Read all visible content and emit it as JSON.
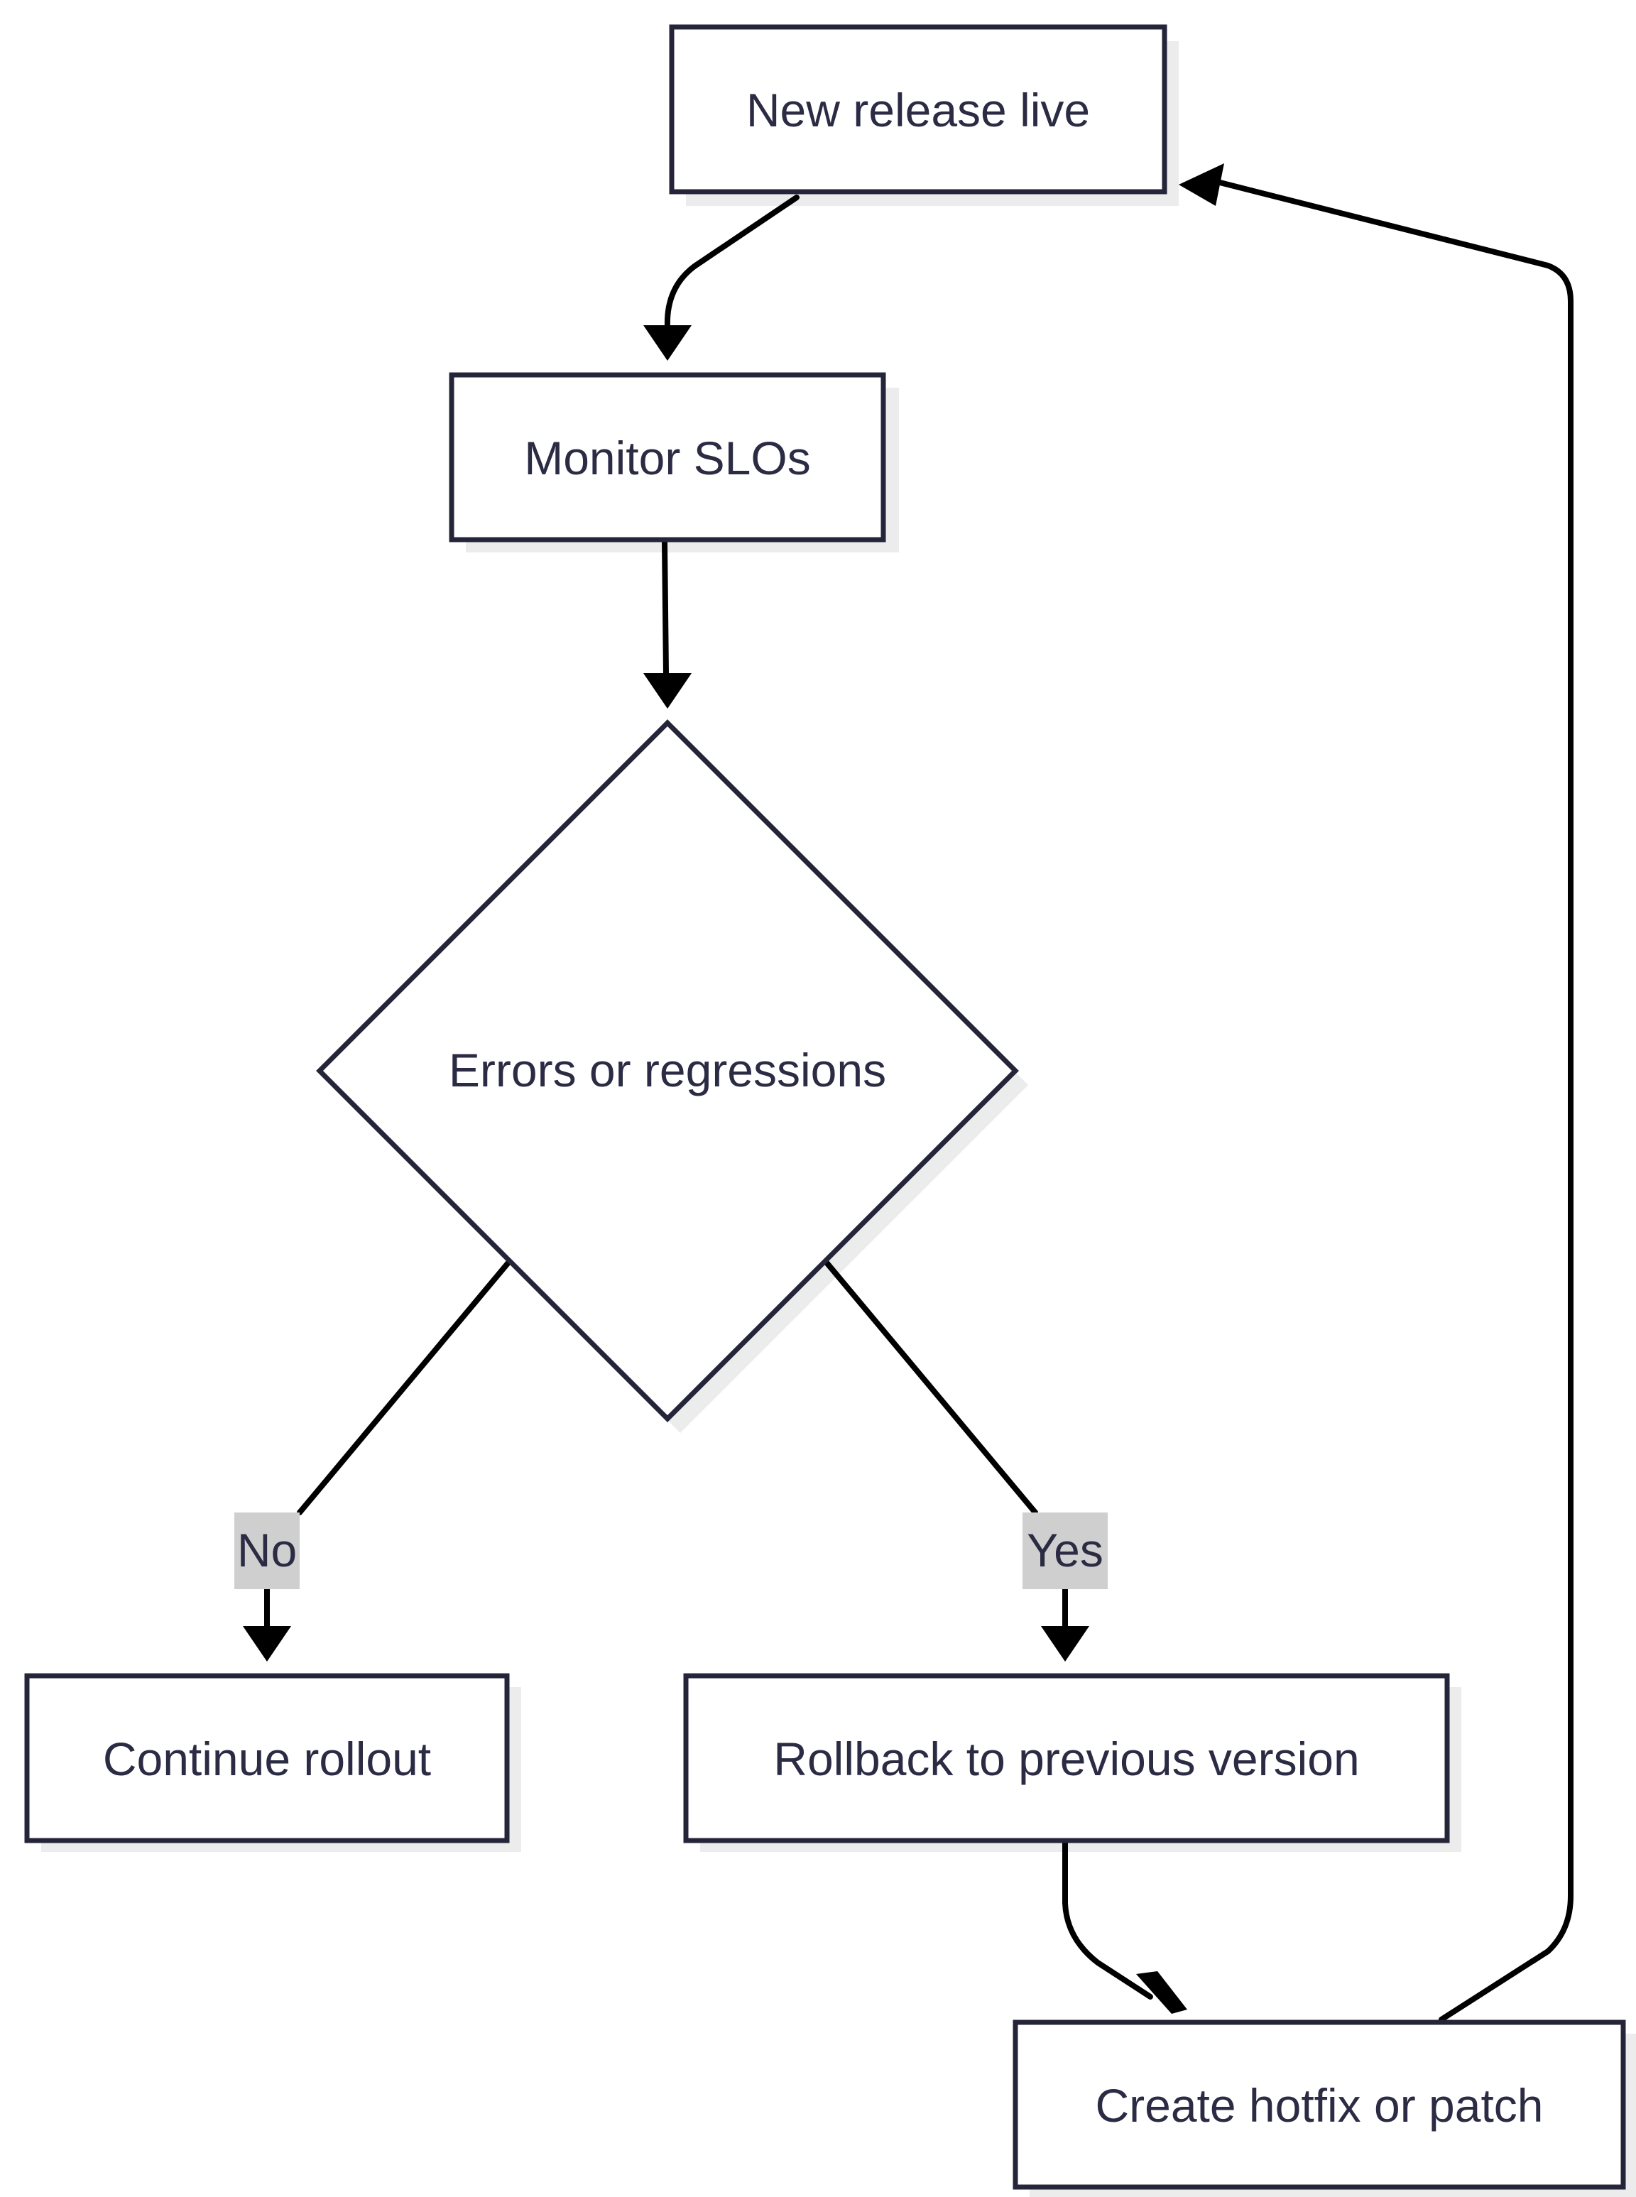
{
  "diagram": {
    "nodes": {
      "new_release": {
        "label": "New release live",
        "shape": "rect"
      },
      "monitor": {
        "label": "Monitor SLOs",
        "shape": "rect"
      },
      "decision": {
        "label": "Errors or regressions",
        "shape": "diamond"
      },
      "continue": {
        "label": "Continue rollout",
        "shape": "rect"
      },
      "rollback": {
        "label": "Rollback to previous version",
        "shape": "rect"
      },
      "hotfix": {
        "label": "Create hotfix or patch",
        "shape": "rect"
      }
    },
    "edges": [
      {
        "from": "new_release",
        "to": "monitor",
        "label": ""
      },
      {
        "from": "monitor",
        "to": "decision",
        "label": ""
      },
      {
        "from": "decision",
        "to": "continue",
        "label": "No"
      },
      {
        "from": "decision",
        "to": "rollback",
        "label": "Yes"
      },
      {
        "from": "rollback",
        "to": "hotfix",
        "label": ""
      },
      {
        "from": "hotfix",
        "to": "new_release",
        "label": ""
      }
    ],
    "edge_labels": {
      "no": "No",
      "yes": "Yes"
    }
  },
  "colors": {
    "node_stroke": "#25253a",
    "node_fill": "#ffffff",
    "shadow": "#ececec",
    "edge": "#000000",
    "edge_label_bg": "#cfcfcf",
    "text": "#2b2b44"
  }
}
